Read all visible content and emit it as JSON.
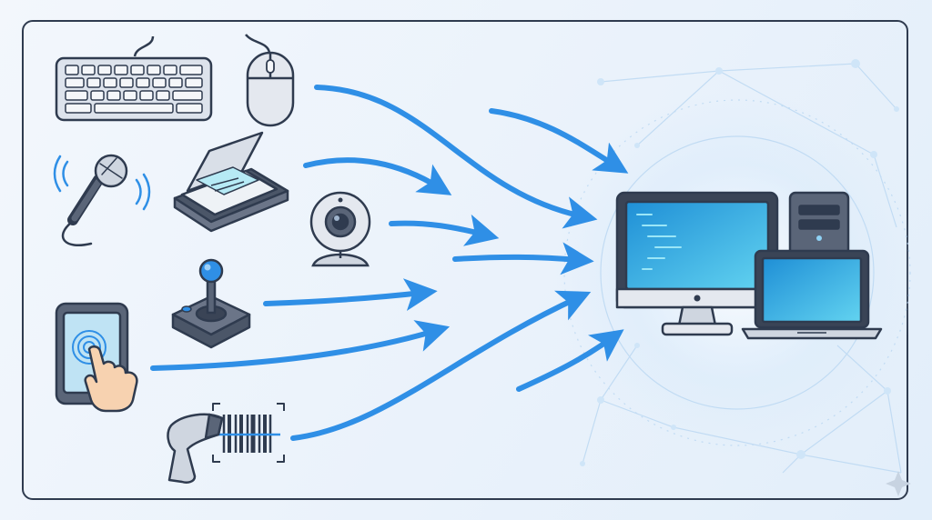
{
  "diagram": {
    "inputs": [
      {
        "id": "keyboard",
        "icon": "keyboard-icon"
      },
      {
        "id": "mouse",
        "icon": "mouse-icon"
      },
      {
        "id": "microphone",
        "icon": "microphone-icon"
      },
      {
        "id": "scanner",
        "icon": "flatbed-scanner-icon"
      },
      {
        "id": "webcam",
        "icon": "webcam-icon"
      },
      {
        "id": "joystick",
        "icon": "joystick-icon"
      },
      {
        "id": "touchscreen",
        "icon": "touchscreen-tablet-icon"
      },
      {
        "id": "barcode-scanner",
        "icon": "barcode-scanner-icon"
      }
    ],
    "target": {
      "id": "computers",
      "icons": [
        "desktop-monitor-icon",
        "tower-pc-icon",
        "laptop-icon"
      ]
    },
    "arrow_count": 9,
    "colors": {
      "arrow": "#2f8fe6",
      "outline": "#2f3b4f",
      "device_fill": "#e4e8ef",
      "screen": "#2a9fd9",
      "frame": "#2f3b4f"
    }
  }
}
